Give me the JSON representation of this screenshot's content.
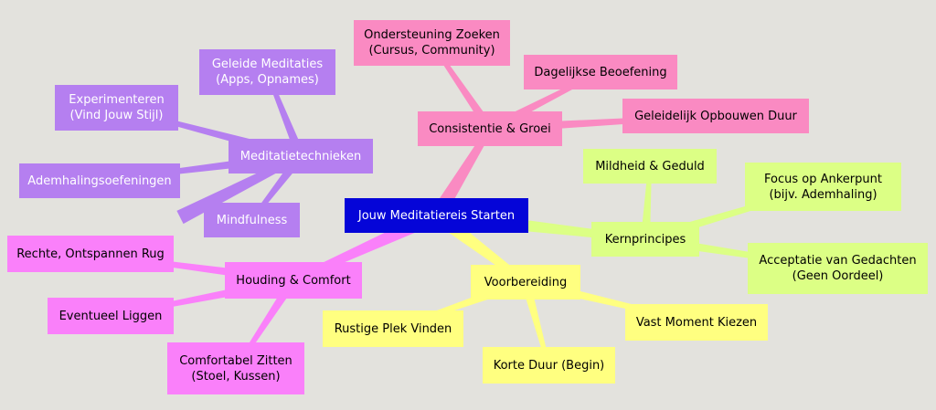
{
  "colors": {
    "background": "#e3e2dd",
    "root": "#0505d8",
    "meditation_branch": "#b57ff0",
    "growth_branch": "#fa8ac2",
    "principles_branch": "#dcff85",
    "preparation_branch": "#ffff80",
    "posture_branch": "#fa80fa"
  },
  "root": {
    "label": "Jouw Meditatiereis Starten"
  },
  "branches": {
    "meditatie": {
      "label": "Meditatietechnieken",
      "children": [
        "Geleide Meditaties\n(Apps, Opnames)",
        "Experimenteren\n(Vind Jouw Stijl)",
        "Ademhalingsoefeningen",
        "Mindfulness"
      ]
    },
    "consistentie": {
      "label": "Consistentie & Groei",
      "children": [
        "Ondersteuning Zoeken\n(Cursus, Community)",
        "Dagelijkse Beoefening",
        "Geleidelijk Opbouwen Duur"
      ]
    },
    "kern": {
      "label": "Kernprincipes",
      "children": [
        "Mildheid & Geduld",
        "Focus op Ankerpunt\n(bijv.  Ademhaling)",
        "Acceptatie van Gedachten\n(Geen Oordeel)"
      ]
    },
    "voorbereiding": {
      "label": "Voorbereiding",
      "children": [
        "Rustige Plek Vinden",
        "Vast Moment Kiezen",
        "Korte Duur (Begin)"
      ]
    },
    "houding": {
      "label": "Houding & Comfort",
      "children": [
        "Rechte, Ontspannen Rug",
        "Eventueel Liggen",
        "Comfortabel Zitten\n(Stoel, Kussen)"
      ]
    }
  }
}
